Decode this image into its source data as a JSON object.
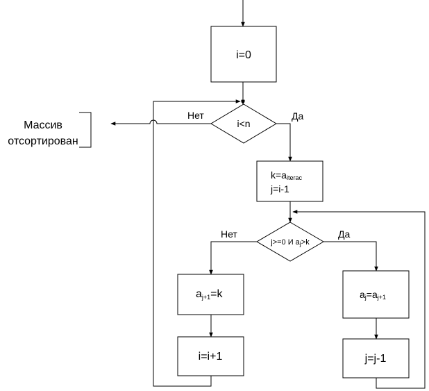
{
  "diagram": {
    "init": "i=0",
    "outer_condition": "i<n",
    "outer_no": "Нет",
    "outer_yes": "Да",
    "result_line1": "Массив",
    "result_line2": "отсортирован",
    "assign": {
      "k_prefix": "k=a",
      "k_sub": "iterac",
      "j_line": "j=i-1"
    },
    "inner_condition": {
      "part1": "j>=0 И a",
      "sub": "j",
      "part2": ">k"
    },
    "inner_no": "Нет",
    "inner_yes": "Да",
    "left_assign": {
      "a": "a",
      "sub": "j+1",
      "rest": "=k"
    },
    "right_assign": {
      "a1": "a",
      "sub1": "j",
      "eq": "=a",
      "sub2": "j+1"
    },
    "increment_i": "i=i+1",
    "decrement_j": "j=j-1"
  }
}
